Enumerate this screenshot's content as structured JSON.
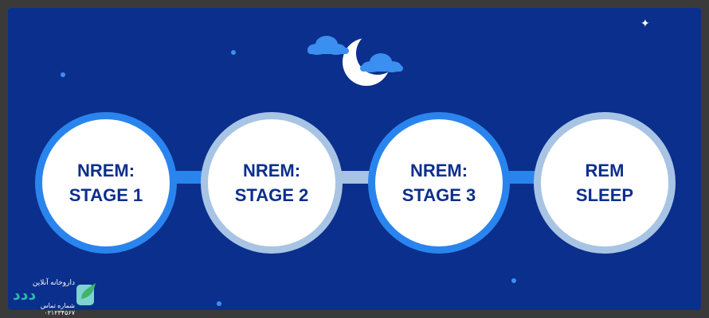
{
  "stages": [
    {
      "label": "NREM:\nSTAGE 1",
      "ring_color": "#2a84ee"
    },
    {
      "label": "NREM:\nSTAGE 2",
      "ring_color": "#a8c4e4"
    },
    {
      "label": "NREM:\nSTAGE 3",
      "ring_color": "#2a84ee"
    },
    {
      "label": "REM\nSLEEP",
      "ring_color": "#a8c4e4"
    }
  ],
  "colors": {
    "background": "#0b2f8c",
    "accent_blue": "#2a84ee",
    "pale_blue": "#a8c4e4",
    "moon": "#ffffff",
    "cloud": "#3a8ff0"
  },
  "icons": {
    "moon": "crescent-moon-icon",
    "clouds": "cloud-icon",
    "sparkle": "sparkle-icon"
  },
  "watermark": {
    "tagline": "داروخانه آنلاین",
    "brand": "ﺩﺩﺩ",
    "phone": "شماره تماس ۰۲۱۲۳۴۵۶۷"
  }
}
